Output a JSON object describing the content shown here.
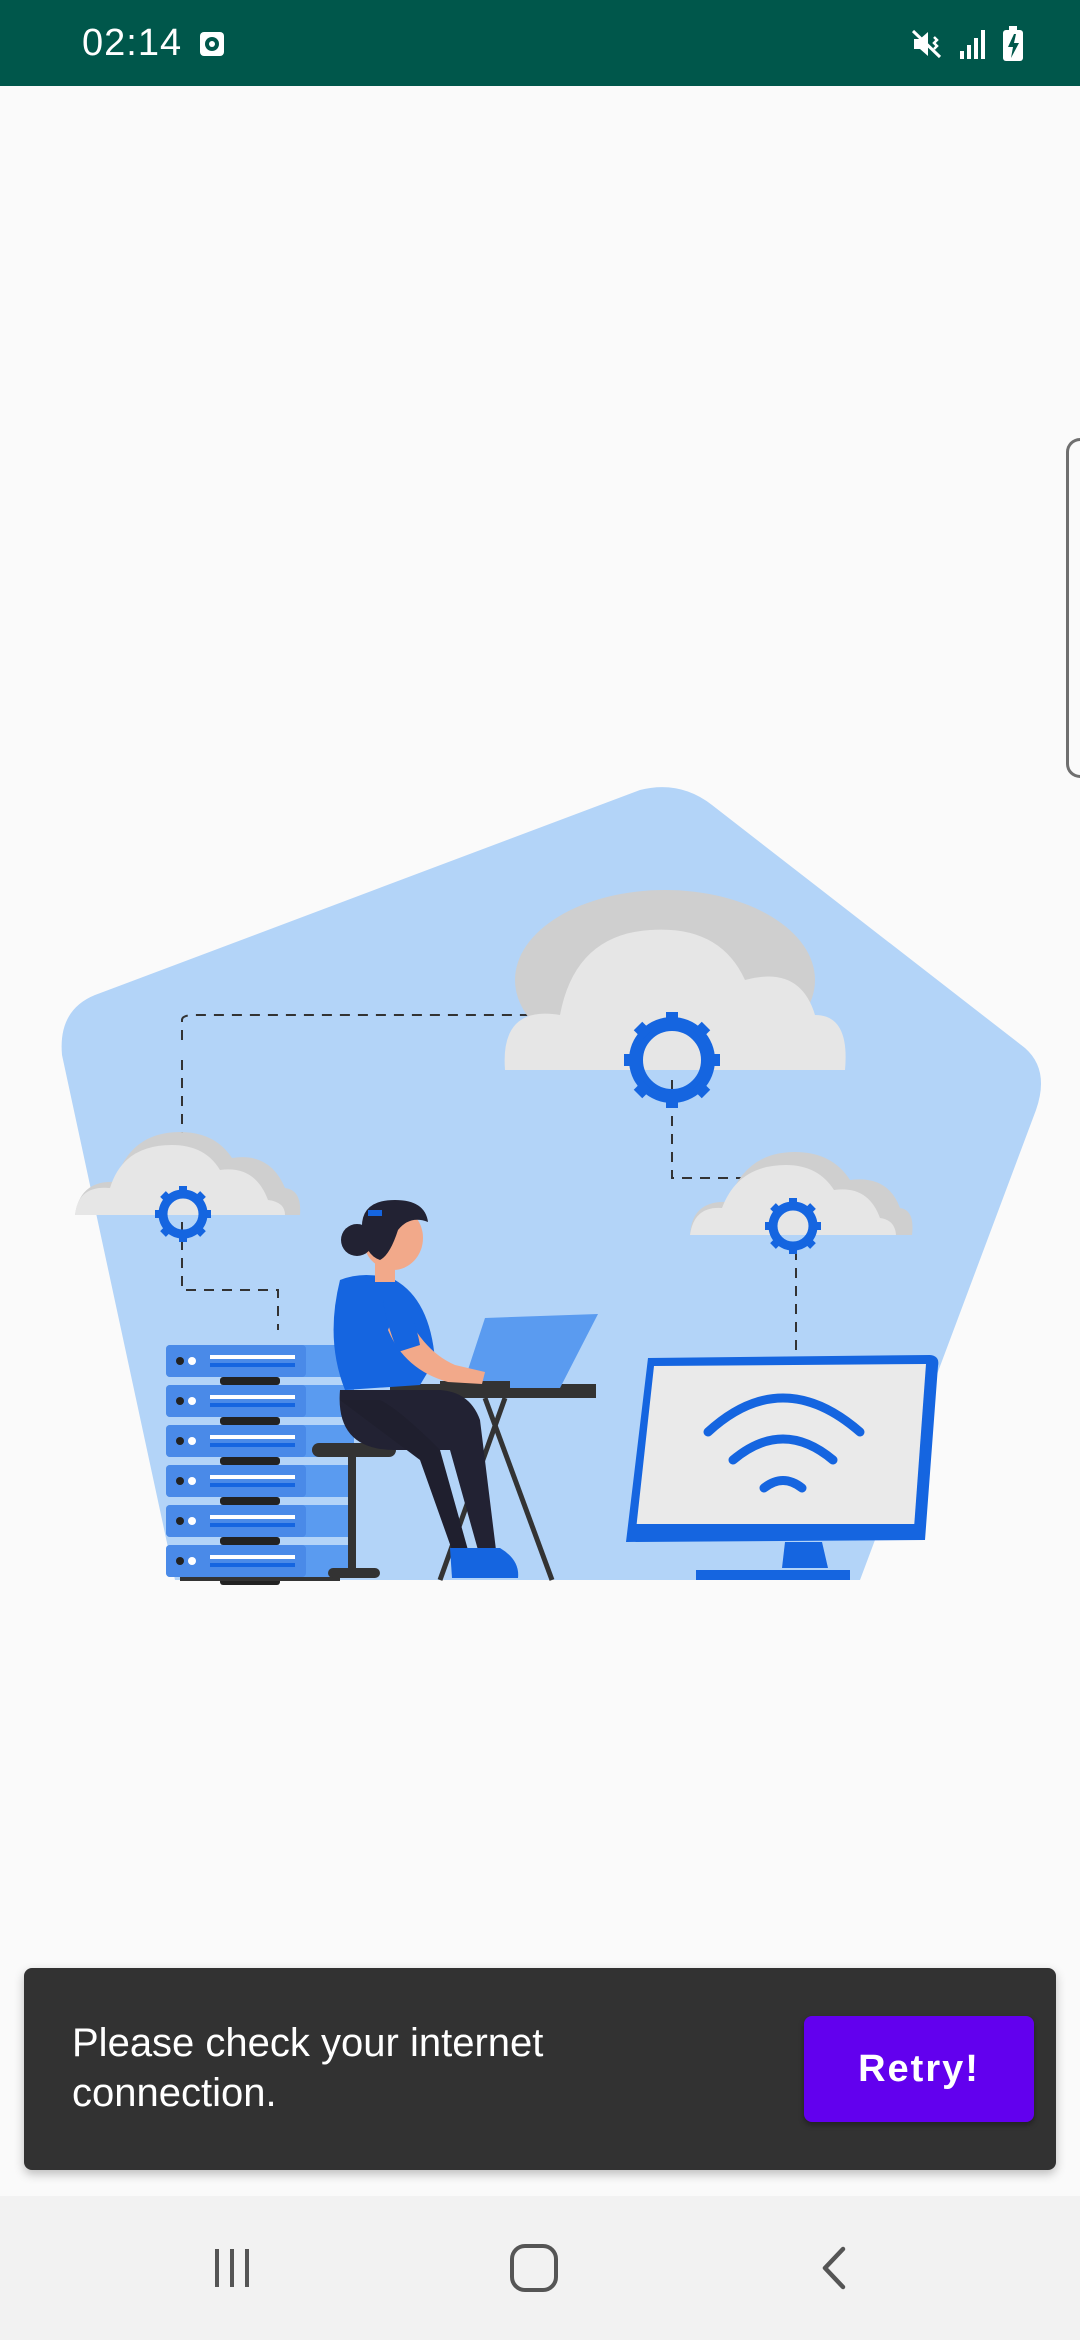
{
  "status_bar": {
    "time": "02:14",
    "icons": [
      "screen-record-icon",
      "mute-vibrate-icon",
      "signal-icon",
      "battery-charging-icon"
    ]
  },
  "illustration": {
    "description_icon": "no-internet-illustration"
  },
  "snackbar": {
    "message": "Please check your internet connection.",
    "action_label": "Retry!",
    "action_color": "#6200ee"
  },
  "nav_bar": {
    "buttons": [
      "recent-apps-icon",
      "home-icon",
      "back-icon"
    ]
  },
  "colors": {
    "status_bar": "#00574b",
    "background": "#fafafa",
    "snackbar": "#323232",
    "accent_blue": "#1565e0",
    "illustration_bg": "#b3d4f8"
  }
}
